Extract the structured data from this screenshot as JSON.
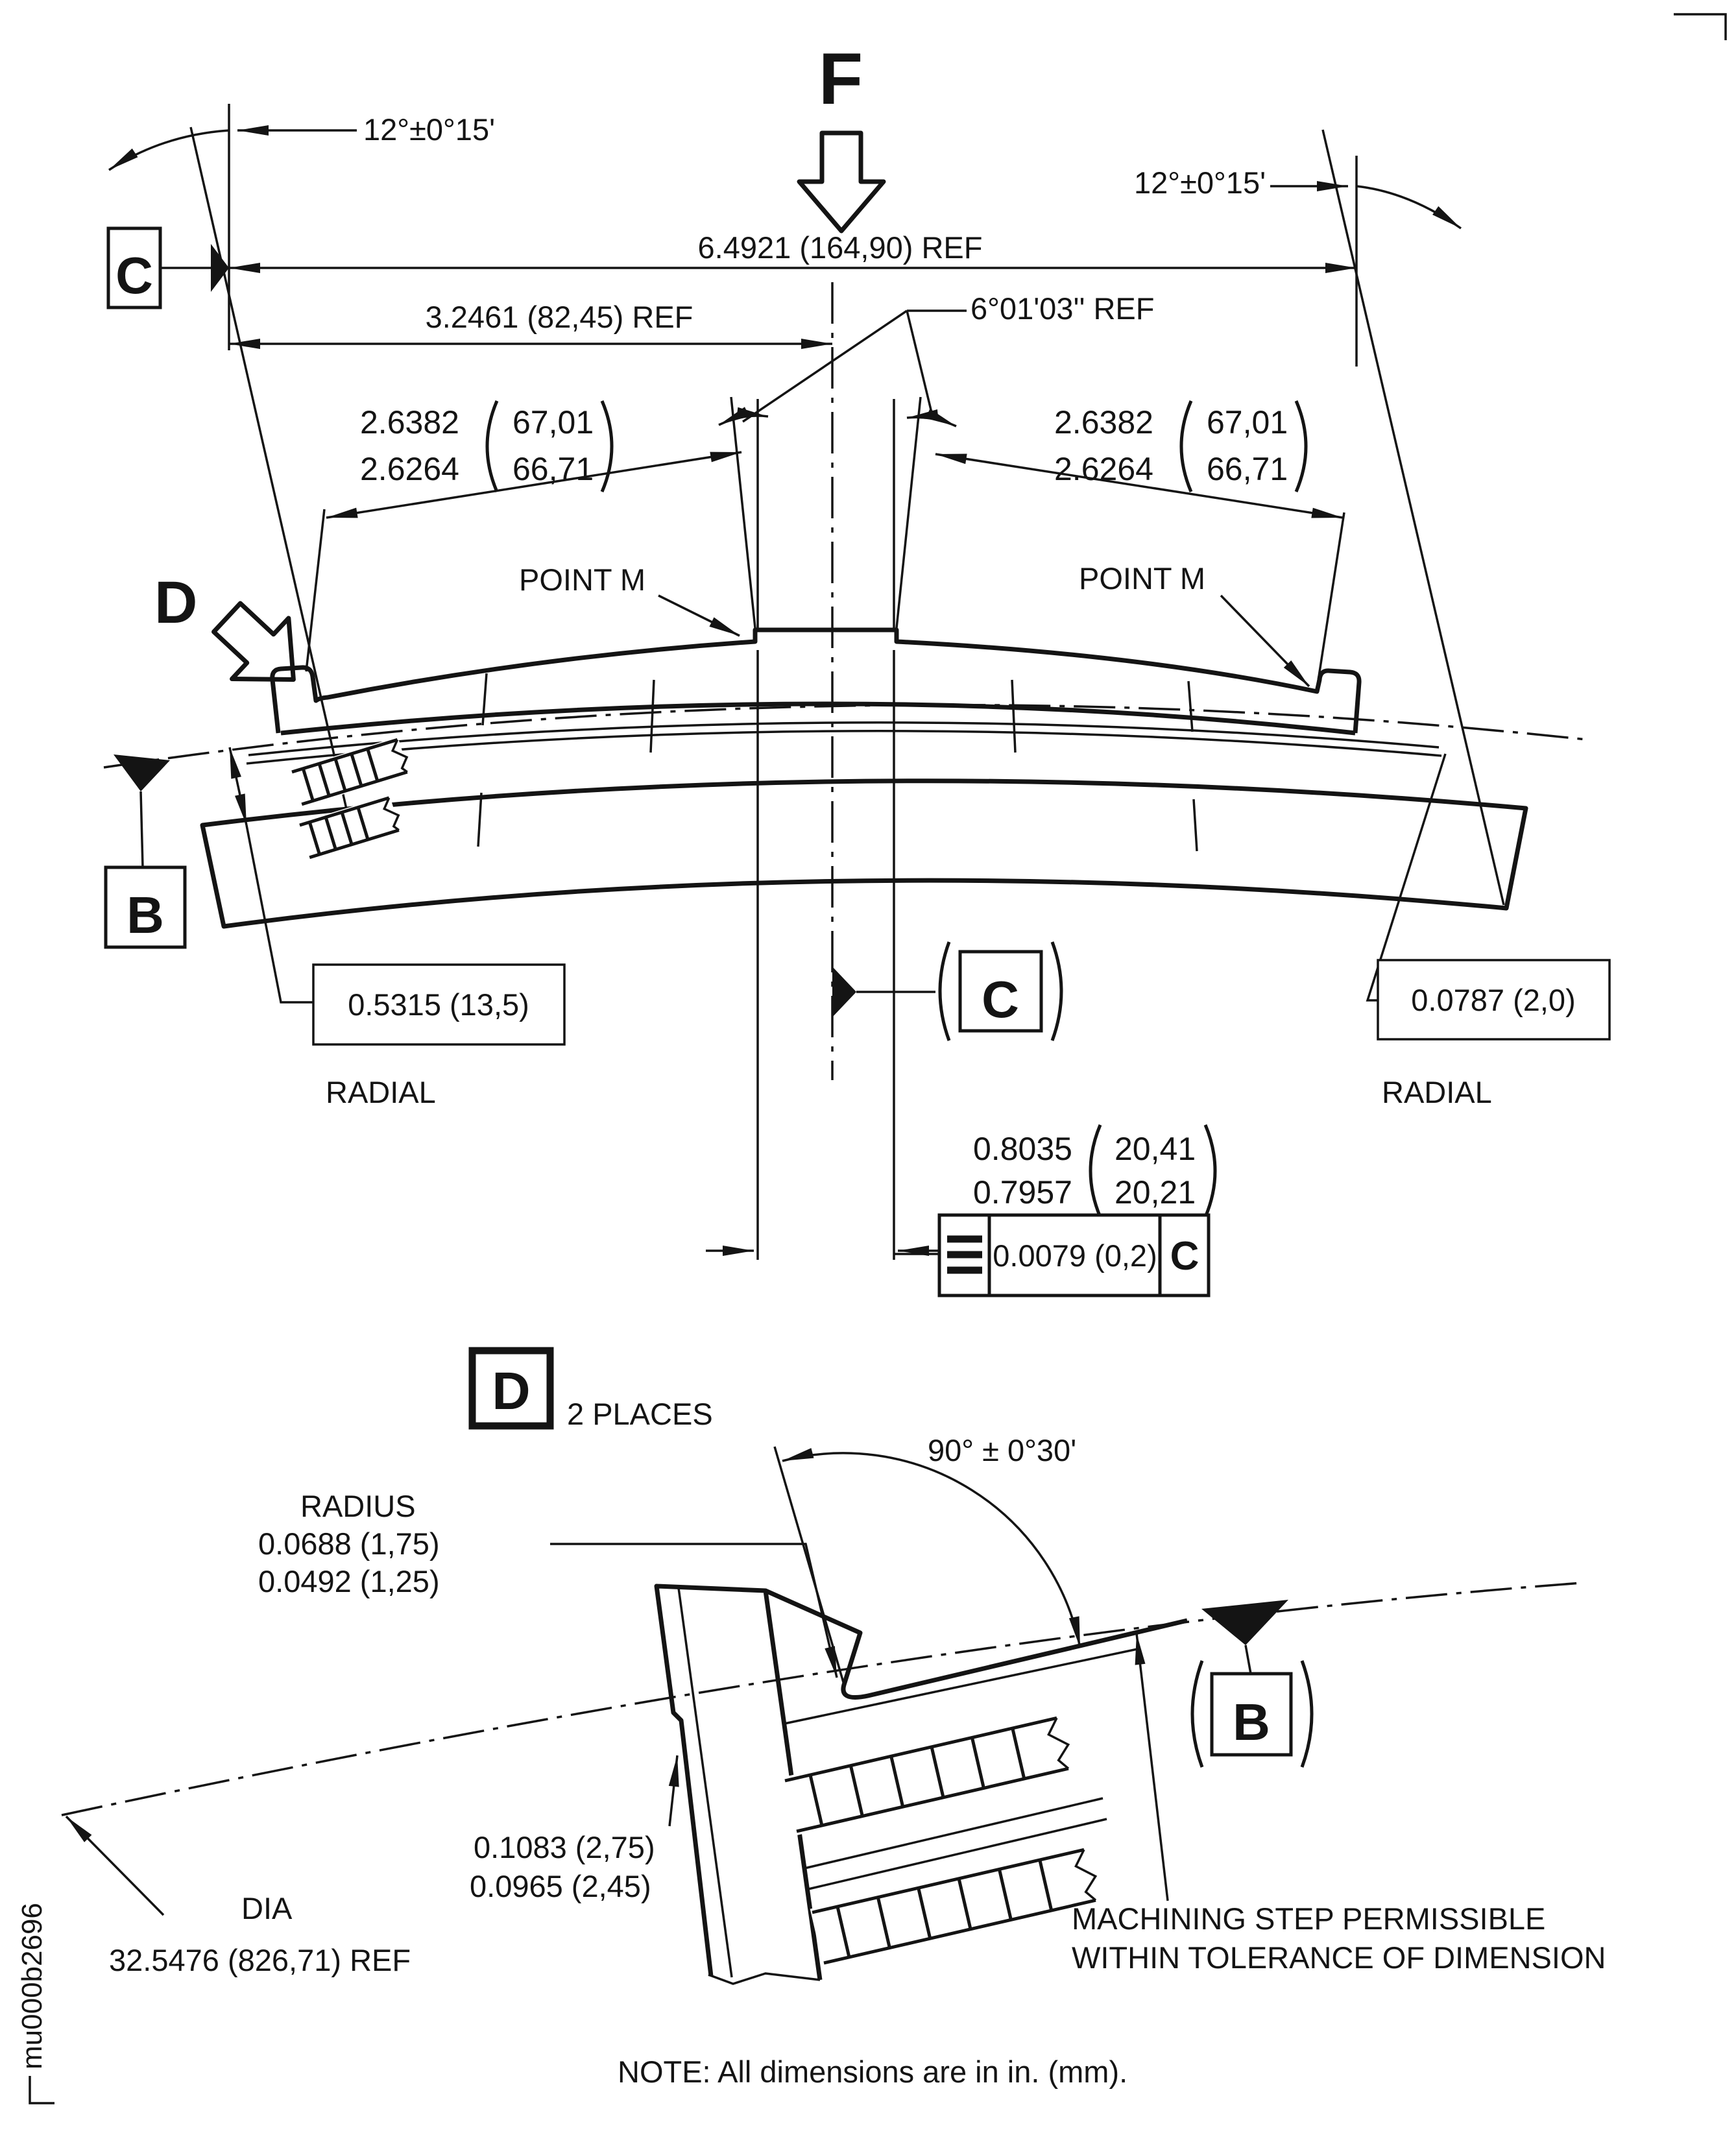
{
  "views": {
    "arrow_f_label": "F",
    "arrow_d_label": "D",
    "detail_label": "D",
    "detail_places": "2 PLACES"
  },
  "datums": {
    "left_c": "C",
    "left_b": "B",
    "center_c": "C",
    "detail_b": "B"
  },
  "dims": {
    "angle_left": "12°±0°15'",
    "angle_right": "12°±0°15'",
    "overall": "6.4921 (164,90) REF",
    "half": "3.2461 (82,45) REF",
    "angle_center": "6°01'03'' REF",
    "left_chord": {
      "in_hi": "2.6382",
      "in_lo": "2.6264",
      "mm_hi": "67,01",
      "mm_lo": "66,71"
    },
    "right_chord": {
      "in_hi": "2.6382",
      "in_lo": "2.6264",
      "mm_hi": "67,01",
      "mm_lo": "66,71"
    },
    "point_m_left": "POINT M",
    "point_m_right": "POINT M",
    "radial_left_value": "0.5315 (13,5)",
    "radial_left_label": "RADIAL",
    "radial_right_value": "0.0787 (2,0)",
    "radial_right_label": "RADIAL",
    "boss": {
      "in_hi": "0.8035",
      "in_lo": "0.7957",
      "mm_hi": "20,41",
      "mm_lo": "20,21"
    },
    "fcf": {
      "tolerance": "0.0079 (0,2)",
      "datum": "C"
    },
    "angle_90": "90° ± 0°30'",
    "radius_label": "RADIUS",
    "radius_hi": "0.0688 (1,75)",
    "radius_lo": "0.0492 (1,25)",
    "step_hi": "0.1083 (2,75)",
    "step_lo": "0.0965 (2,45)",
    "dia_label": "DIA",
    "dia_value": "32.5476 (826,71) REF"
  },
  "notes": {
    "machining_1": "MACHINING STEP PERMISSIBLE",
    "machining_2": "WITHIN TOLERANCE OF DIMENSION",
    "units": "NOTE: All dimensions are in in. (mm).",
    "doc_code": "mu000b2696"
  }
}
